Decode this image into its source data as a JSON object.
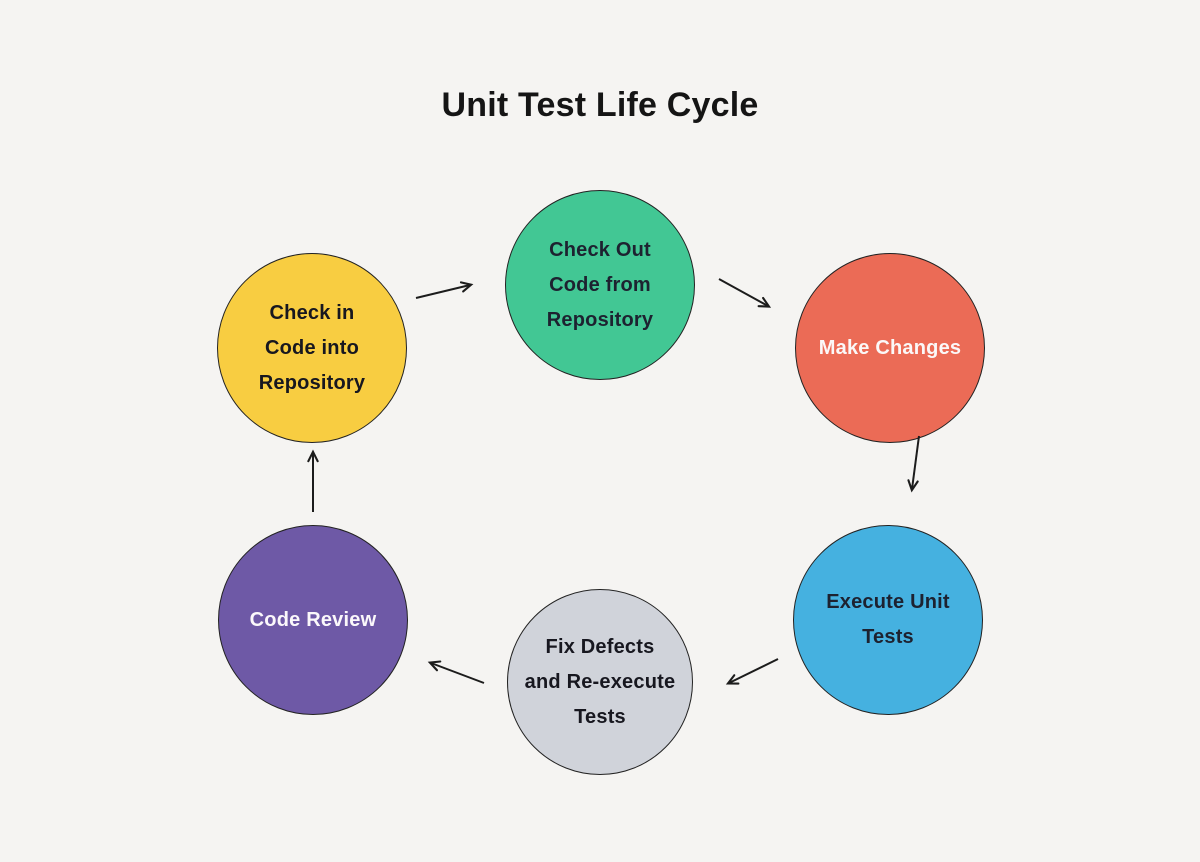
{
  "diagram": {
    "title": "Unit Test Life Cycle",
    "background_color": "#f5f4f2",
    "stroke_color": "#222222",
    "arrow_color": "#1c1c1c",
    "nodes": [
      {
        "id": "check-out",
        "label": "Check Out\nCode from\nRepository",
        "fill": "#42c794",
        "text_color": "#1d2230"
      },
      {
        "id": "make-changes",
        "label": "Make Changes",
        "fill": "#eb6b56",
        "text_color": "#fbf8f8"
      },
      {
        "id": "execute-tests",
        "label": "Execute Unit\nTests",
        "fill": "#45b1e0",
        "text_color": "#1d2230"
      },
      {
        "id": "fix-defects",
        "label": "Fix Defects\nand Re-execute\nTests",
        "fill": "#d0d3da",
        "text_color": "#17171f"
      },
      {
        "id": "code-review",
        "label": "Code Review",
        "fill": "#6e59a6",
        "text_color": "#fbf8fb"
      },
      {
        "id": "check-in",
        "label": "Check in\nCode into\nRepository",
        "fill": "#f8cd41",
        "text_color": "#17171f"
      }
    ],
    "edges": [
      {
        "from": "check-out",
        "to": "make-changes"
      },
      {
        "from": "make-changes",
        "to": "execute-tests"
      },
      {
        "from": "execute-tests",
        "to": "fix-defects"
      },
      {
        "from": "fix-defects",
        "to": "code-review"
      },
      {
        "from": "code-review",
        "to": "check-in"
      },
      {
        "from": "check-in",
        "to": "check-out"
      }
    ]
  }
}
